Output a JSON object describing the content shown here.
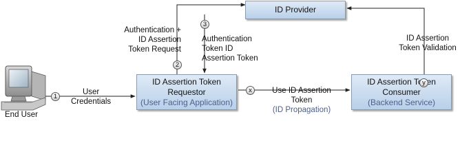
{
  "nodes": {
    "id_provider": {
      "title": "ID Provider"
    },
    "requestor": {
      "line1": "ID Assertion Token",
      "line2": "Requestor",
      "sub": "(User Facing Application)"
    },
    "consumer": {
      "line1": "ID Assertion Token",
      "line2": "Consumer",
      "sub": "(Backend Service)"
    },
    "end_user": {
      "label": "End User",
      "icon": "computer-user-icon"
    }
  },
  "edges": {
    "user_credentials": {
      "step": "1",
      "line1": "User",
      "line2": "Credentials"
    },
    "auth_request": {
      "step": "2",
      "line1": "Authentication +",
      "line2": "ID Assertion",
      "line3": "Token Request"
    },
    "auth_response": {
      "step": "3",
      "line1": "Authentication",
      "line2": "Token ID",
      "line3": "Assertion Token"
    },
    "use_token": {
      "step": "x",
      "line1": "Use ID Assertion",
      "line2": "Token",
      "sub": "(ID Propagation)"
    },
    "validation": {
      "step": "y",
      "line1": "ID Assertion",
      "line2": "Token Validation"
    }
  },
  "colors": {
    "box_fill_top": "#dfeaf6",
    "box_fill_bottom": "#b9d0e9",
    "sub_text": "#4d5f8c",
    "line": "#222222"
  }
}
